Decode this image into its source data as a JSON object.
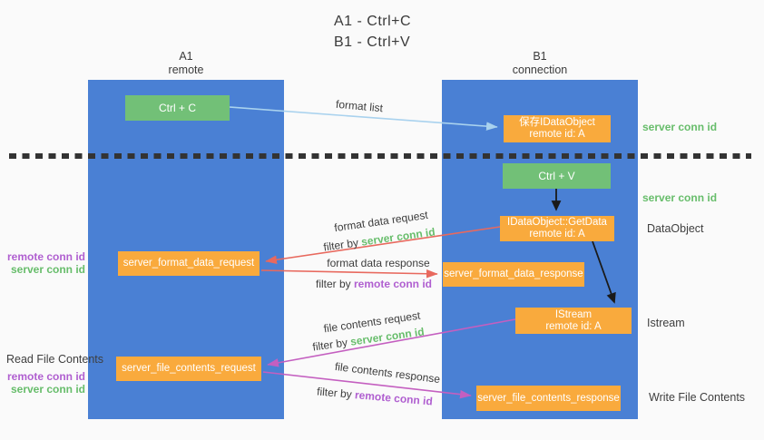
{
  "title": {
    "line1": "A1 - Ctrl+C",
    "line2": "B1 - Ctrl+V"
  },
  "lanes": {
    "left": {
      "name": "A1",
      "sub": "remote"
    },
    "right": {
      "name": "B1",
      "sub": "connection"
    }
  },
  "boxes": {
    "ctrl_c": "Ctrl + C",
    "ctrl_v": "Ctrl + V",
    "save_idataobject": {
      "line1": "保存IDataObject",
      "line2": "remote id: A"
    },
    "getdata": {
      "line1": "IDataObject::GetData",
      "line2": "remote id: A"
    },
    "istream": {
      "line1": "IStream",
      "line2": "remote id: A"
    },
    "format_request": "server_format_data_request",
    "format_response": "server_format_data_response",
    "file_request": "server_file_contents_request",
    "file_response": "server_file_contents_response"
  },
  "flow_labels": {
    "format_list": "format list",
    "format_data_request": "format data request",
    "format_data_request_filter": {
      "prefix": "filter by ",
      "id": "server conn id"
    },
    "format_data_response": "format data response",
    "format_data_response_filter": {
      "prefix": "filter by ",
      "id": "remote conn id"
    },
    "file_contents_request": "file contents request",
    "file_contents_request_filter": {
      "prefix": "filter by ",
      "id": "server conn id"
    },
    "file_contents_response": "file contents response",
    "file_contents_response_filter": {
      "prefix": "filter by ",
      "id": "remote conn id"
    }
  },
  "side_labels": {
    "right_server_conn_id_top": "server conn id",
    "right_server_conn_id_mid": "server conn id",
    "right_dataobject": "DataObject",
    "right_istream": "Istream",
    "right_write_file": "Write File Contents",
    "left_remote_conn_id_top": "remote conn id",
    "left_server_conn_id_top": "server conn id",
    "left_read_file": "Read File Contents",
    "left_remote_conn_id_bottom": "remote conn id",
    "left_server_conn_id_bottom": "server conn id"
  },
  "colors": {
    "lane_blue": "#4a80d4",
    "box_green": "#72c077",
    "box_orange": "#f9aa3d",
    "label_green": "#67bd6b",
    "label_purple": "#b05fd0",
    "arrow_blue": "#a9d2ee",
    "arrow_red": "#e8695e",
    "arrow_magenta": "#c45fc0",
    "arrow_black": "#1a1a1a"
  }
}
